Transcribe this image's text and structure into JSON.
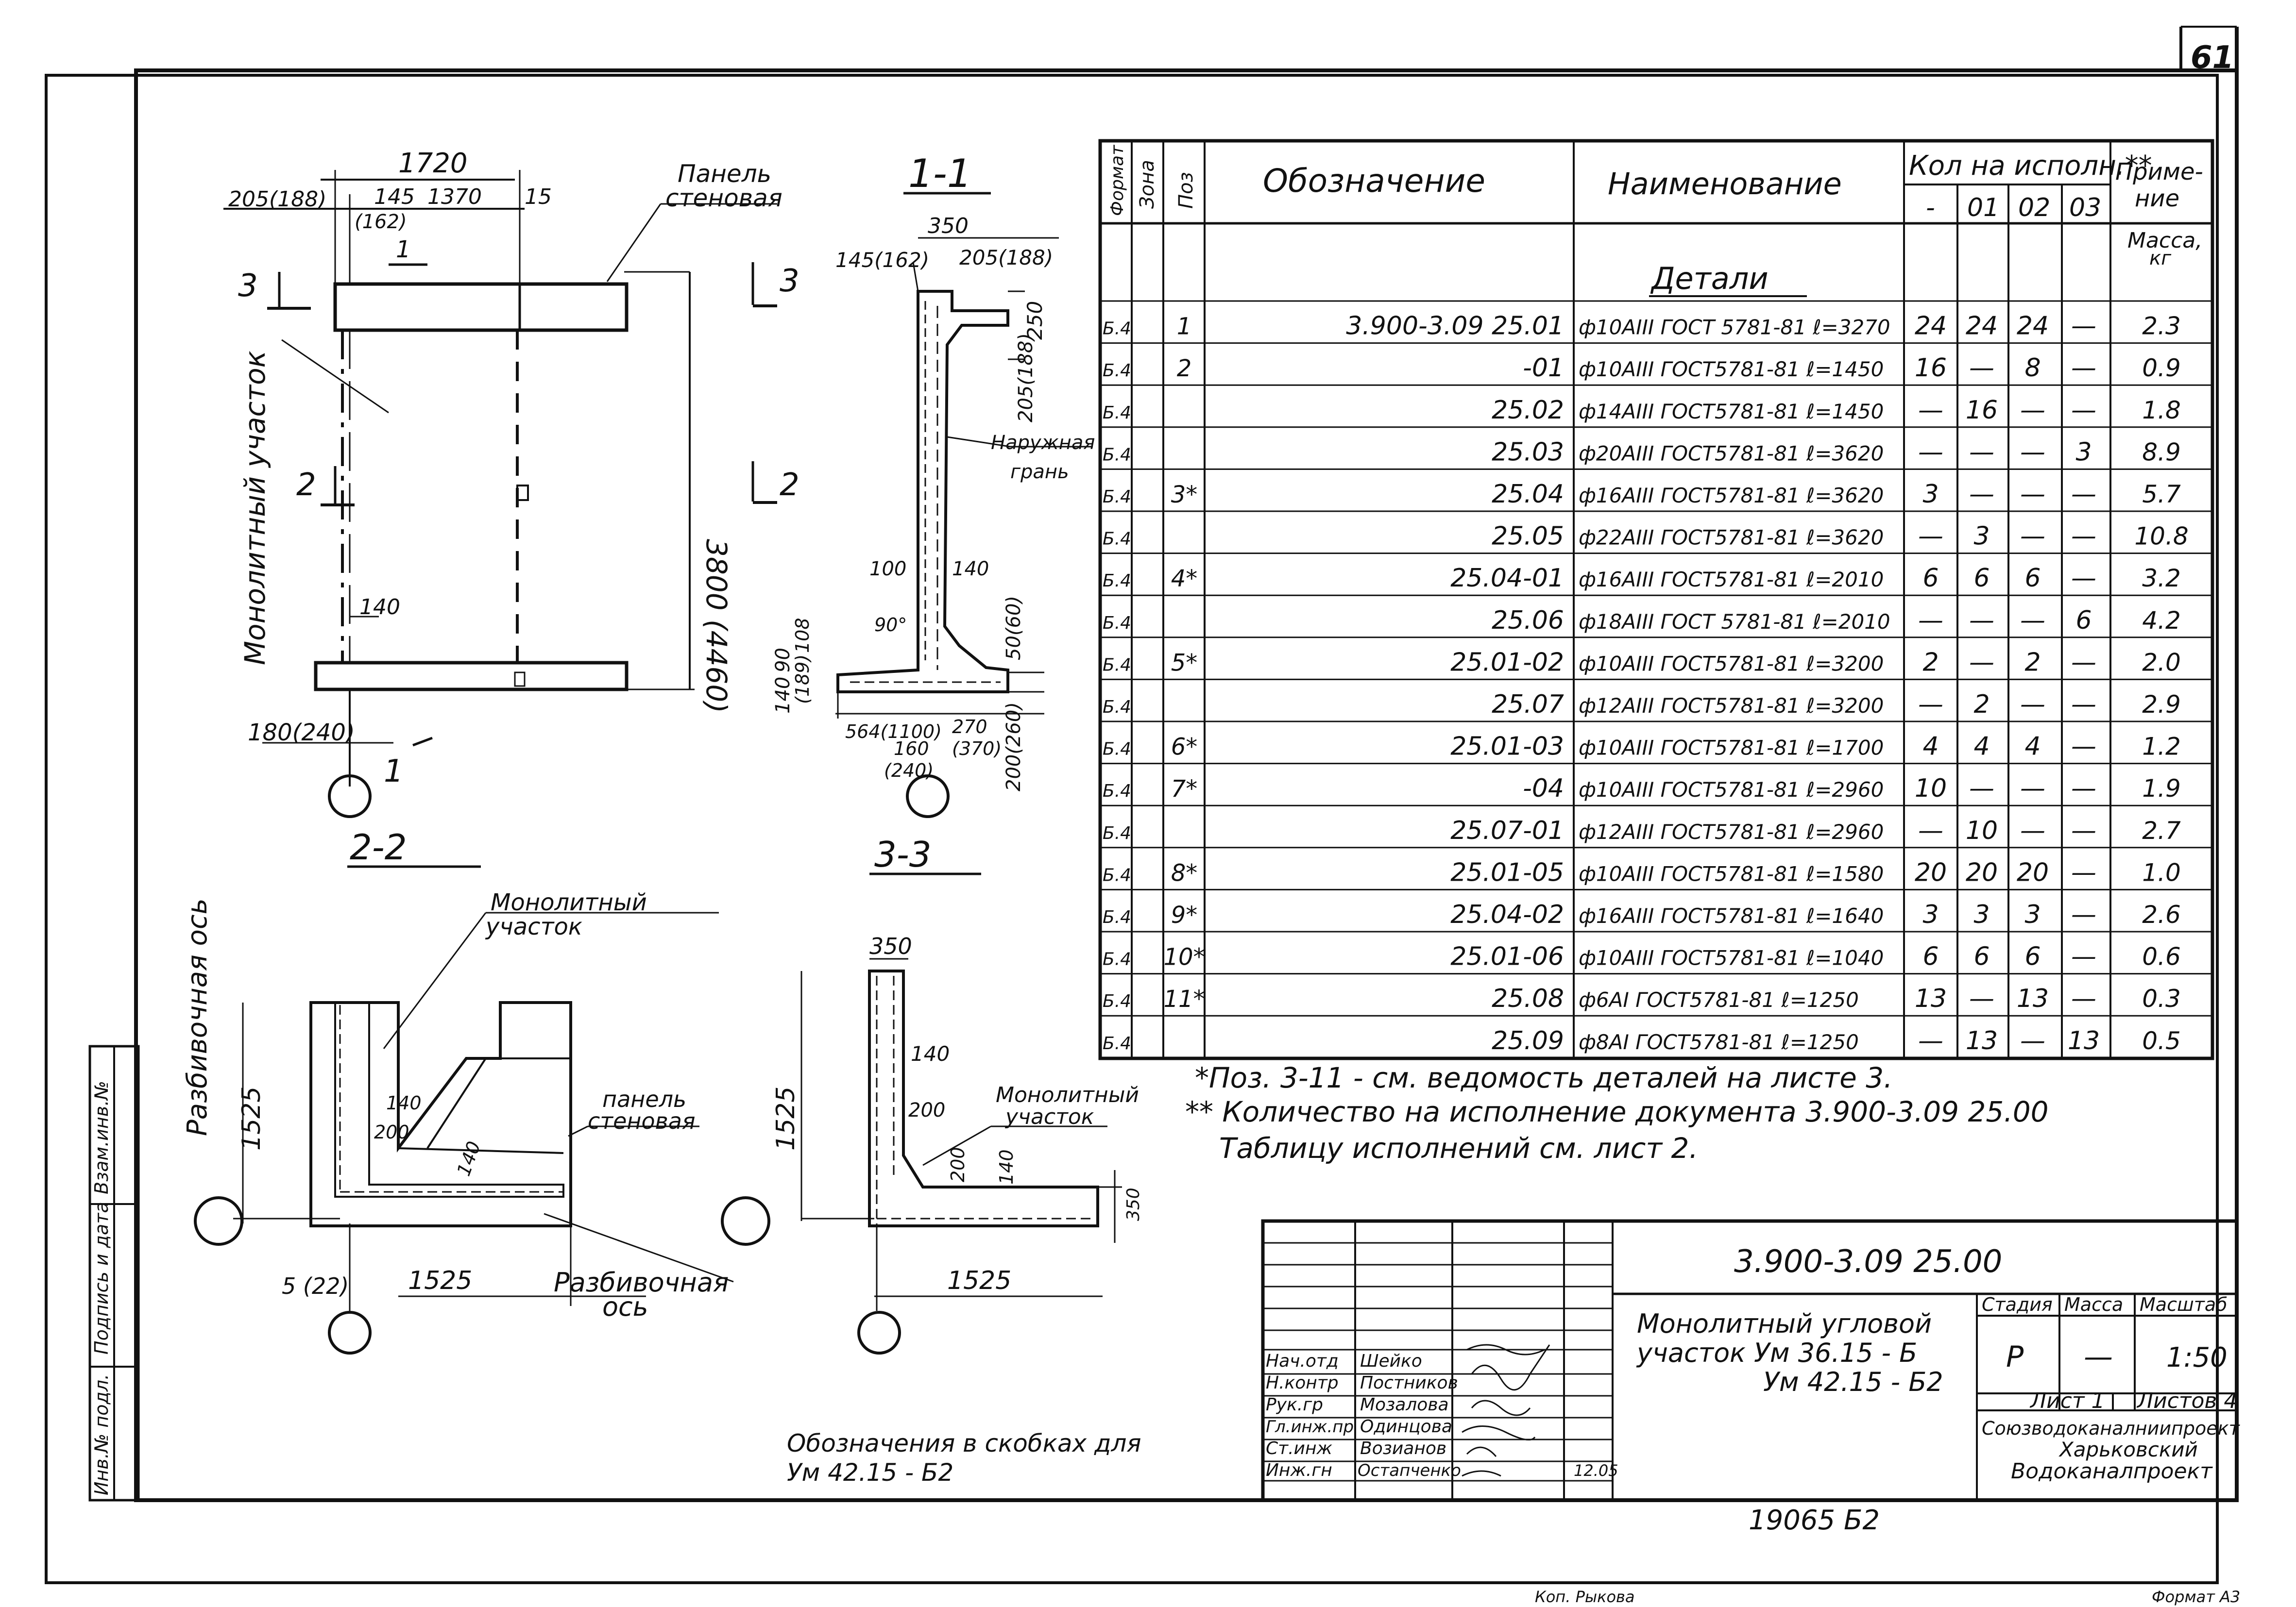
{
  "page_number": "61",
  "views": {
    "plan": {
      "dims_top": [
        "1720",
        "205(188)",
        "145",
        "1370",
        "15",
        "(162)"
      ],
      "height": "3800 (4460)",
      "dim_140": "140",
      "dim_bottom": "180(240)",
      "cut_marks": [
        "1",
        "3",
        "2",
        "3",
        "2",
        "1"
      ],
      "label_panel": [
        "Панель",
        "стеновая"
      ],
      "label_monolithic": "Монолитный участок"
    },
    "section_1_1": {
      "title": "1-1",
      "dims": [
        "350",
        "145(162)",
        "205(188)",
        "250",
        "205(188)",
        "100",
        "140",
        "90°",
        "50(60)",
        "90",
        "108",
        "140",
        "(189)",
        "564(1100)",
        "270",
        "160",
        "(240)",
        "(370)",
        "200(260)"
      ],
      "label_outer": [
        "Наружная",
        "грань"
      ]
    },
    "section_2_2": {
      "title": "2-2",
      "label_monolithic": [
        "Монолитный",
        "участок"
      ],
      "label_panel": [
        "панель",
        "стеновая"
      ],
      "label_axis_vertical": "Разбивочная ось",
      "label_axis_bottom": [
        "Разбивочная",
        "ось"
      ],
      "dims": [
        "1525",
        "140",
        "200",
        "140",
        "5 (22)",
        "1525"
      ]
    },
    "section_3_3": {
      "title": "3-3",
      "label_monolithic": [
        "Монолитный",
        "участок"
      ],
      "dims": [
        "350",
        "140",
        "1525",
        "200",
        "200",
        "140",
        "350",
        "1525"
      ]
    },
    "note_brackets": [
      "Обозначения в скобках для",
      "Ум 42.15 - Б2"
    ]
  },
  "spec_table": {
    "headers": {
      "format": "Формат",
      "zone": "Зона",
      "pos": "Поз",
      "designation": "Обозначение",
      "name": "Наименование",
      "qty": "Кол на исполн.**",
      "qty_cols": [
        "-",
        "01",
        "02",
        "03"
      ],
      "note": [
        "Приме-",
        "ние"
      ],
      "mass": [
        "Масса,",
        "кг"
      ]
    },
    "section_title": "Детали",
    "rows": [
      {
        "fmt": "Б.4",
        "pos": "1",
        "des": "3.900-3.09  25.01",
        "name": "ф10АIII ГОСТ 5781-81  ℓ=3270",
        "q": [
          "24",
          "24",
          "24",
          "—"
        ],
        "mass": "2.3"
      },
      {
        "fmt": "Б.4",
        "pos": "2",
        "des": "-01",
        "name": "ф10АIII ГОСТ5781-81  ℓ=1450",
        "q": [
          "16",
          "—",
          "8",
          "—"
        ],
        "mass": "0.9"
      },
      {
        "fmt": "Б.4",
        "pos": "",
        "des": "25.02",
        "name": "ф14АIII ГОСТ5781-81  ℓ=1450",
        "q": [
          "—",
          "16",
          "—",
          "—"
        ],
        "mass": "1.8"
      },
      {
        "fmt": "Б.4",
        "pos": "",
        "des": "25.03",
        "name": "ф20АIII ГОСТ5781-81  ℓ=3620",
        "q": [
          "—",
          "—",
          "—",
          "3"
        ],
        "mass": "8.9"
      },
      {
        "fmt": "Б.4",
        "pos": "3*",
        "des": "25.04",
        "name": "ф16АIII ГОСТ5781-81  ℓ=3620",
        "q": [
          "3",
          "—",
          "—",
          "—"
        ],
        "mass": "5.7"
      },
      {
        "fmt": "Б.4",
        "pos": "",
        "des": "25.05",
        "name": "ф22АIII ГОСТ5781-81  ℓ=3620",
        "q": [
          "—",
          "3",
          "—",
          "—"
        ],
        "mass": "10.8"
      },
      {
        "fmt": "Б.4",
        "pos": "4*",
        "des": "25.04-01",
        "name": "ф16АIII ГОСТ5781-81  ℓ=2010",
        "q": [
          "6",
          "6",
          "6",
          "—"
        ],
        "mass": "3.2"
      },
      {
        "fmt": "Б.4",
        "pos": "",
        "des": "25.06",
        "name": "ф18АIII ГОСТ 5781-81  ℓ=2010",
        "q": [
          "—",
          "—",
          "—",
          "6"
        ],
        "mass": "4.2"
      },
      {
        "fmt": "Б.4",
        "pos": "5*",
        "des": "25.01-02",
        "name": "ф10АIII ГОСТ5781-81  ℓ=3200",
        "q": [
          "2",
          "—",
          "2",
          "—"
        ],
        "mass": "2.0"
      },
      {
        "fmt": "Б.4",
        "pos": "",
        "des": "25.07",
        "name": "ф12АIII ГОСТ5781-81  ℓ=3200",
        "q": [
          "—",
          "2",
          "—",
          "—"
        ],
        "mass": "2.9"
      },
      {
        "fmt": "Б.4",
        "pos": "6*",
        "des": "25.01-03",
        "name": "ф10АIII ГОСТ5781-81  ℓ=1700",
        "q": [
          "4",
          "4",
          "4",
          "—"
        ],
        "mass": "1.2"
      },
      {
        "fmt": "Б.4",
        "pos": "7*",
        "des": "-04",
        "name": "ф10АIII ГОСТ5781-81  ℓ=2960",
        "q": [
          "10",
          "—",
          "—",
          "—"
        ],
        "mass": "1.9"
      },
      {
        "fmt": "Б.4",
        "pos": "",
        "des": "25.07-01",
        "name": "ф12АIII ГОСТ5781-81  ℓ=2960",
        "q": [
          "—",
          "10",
          "—",
          "—"
        ],
        "mass": "2.7"
      },
      {
        "fmt": "Б.4",
        "pos": "8*",
        "des": "25.01-05",
        "name": "ф10АIII ГОСТ5781-81  ℓ=1580",
        "q": [
          "20",
          "20",
          "20",
          "—"
        ],
        "mass": "1.0"
      },
      {
        "fmt": "Б.4",
        "pos": "9*",
        "des": "25.04-02",
        "name": "ф16АIII ГОСТ5781-81  ℓ=1640",
        "q": [
          "3",
          "3",
          "3",
          "—"
        ],
        "mass": "2.6"
      },
      {
        "fmt": "Б.4",
        "pos": "10*",
        "des": "25.01-06",
        "name": "ф10АIII ГОСТ5781-81  ℓ=1040",
        "q": [
          "6",
          "6",
          "6",
          "—"
        ],
        "mass": "0.6"
      },
      {
        "fmt": "Б.4",
        "pos": "11*",
        "des": "25.08",
        "name": "ф6АI  ГОСТ5781-81  ℓ=1250",
        "q": [
          "13",
          "—",
          "13",
          "—"
        ],
        "mass": "0.3"
      },
      {
        "fmt": "Б.4",
        "pos": "",
        "des": "25.09",
        "name": "ф8АI  ГОСТ5781-81  ℓ=1250",
        "q": [
          "—",
          "13",
          "—",
          "13"
        ],
        "mass": "0.5"
      }
    ]
  },
  "notes": [
    "*Поз. 3-11 - см. ведомость деталей на листе 3.",
    "** Количество на исполнение документа   3.900-3.09 25.00",
    "Таблицу исполнений  см. лист 2."
  ],
  "title_block": {
    "code": "3.900-3.09   25.00",
    "title_lines": [
      "Монолитный угловой",
      "участок Ум 36.15 - Б",
      "Ум 42.15 - Б2"
    ],
    "stage_label": "Стадия",
    "mass_label": "Масса",
    "scale_label": "Масштаб",
    "stage": "Р",
    "mass": "—",
    "scale": "1:50",
    "sheet": "Лист 1",
    "sheets": "Листов 4",
    "org": [
      "Союзводоканалниипроект",
      "Харьковский",
      "Водоканалпроект"
    ],
    "roles": [
      {
        "role": "Нач.отд",
        "name": "Шейко"
      },
      {
        "role": "Н.контр",
        "name": "Постников"
      },
      {
        "role": "Рук.гр",
        "name": "Мозалова"
      },
      {
        "role": "Гл.инж.пр",
        "name": "Одинцова"
      },
      {
        "role": "Ст.инж",
        "name": "Возианов"
      },
      {
        "role": "Инж.гн",
        "name": "Остапченко"
      }
    ],
    "date": "12.05",
    "inventory_number": "19065   Б2",
    "copied_by": "Коп. Рыкова",
    "format": "Формат А3"
  },
  "left_strip": [
    "Инв.№ подл.",
    "Подпись и дата",
    "Взам.инв.№"
  ]
}
